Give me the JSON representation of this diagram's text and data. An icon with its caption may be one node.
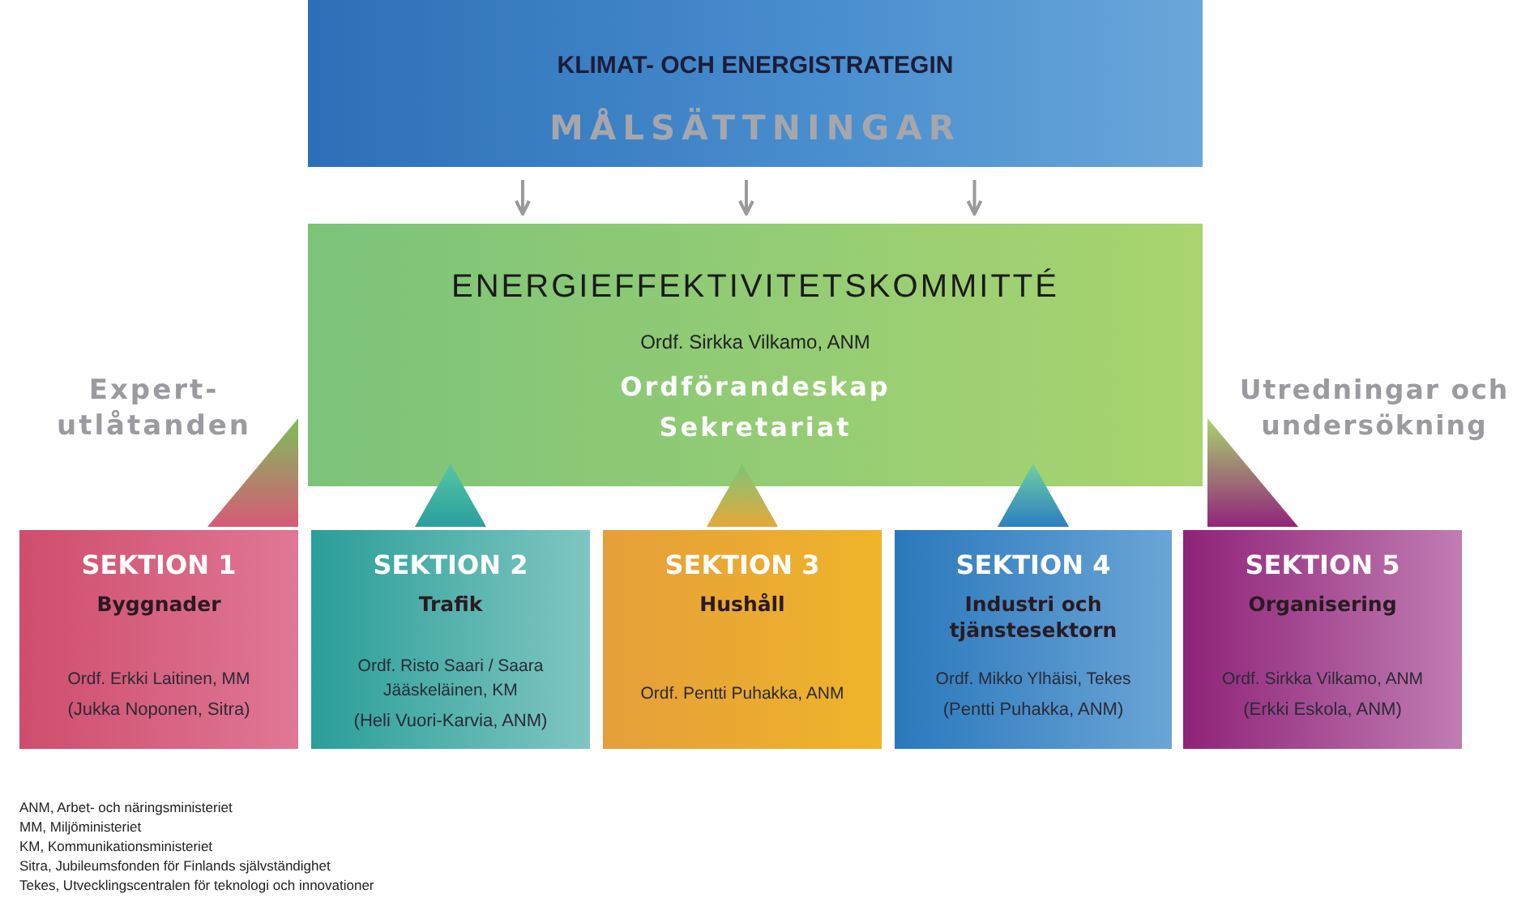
{
  "diagram": {
    "nodes": [
      {
        "text": [
          "KLIMAT- OCH ENERGISTRATEGIN",
          "MÅLSÄTTNINGAR"
        ]
      },
      {
        "text": [
          "ENERGIEFFEKTIVITETSKOMMITTÉ",
          "Ordf. Sirkka Vilkamo, ANM",
          "Ordförandeskap Sekretariat"
        ]
      },
      {
        "text": [
          "SEKTION 1",
          "Byggnader",
          "Ordf. Erkki Laitinen, MM",
          "(Jukka Noponen, Sitra)"
        ]
      },
      {
        "text": [
          "SEKTION 2",
          "Trafik",
          "Ordf. Risto Saari / Saara Jääskeläinen, KM",
          "(Heli Vuori-Karvia, ANM)"
        ]
      },
      {
        "text": [
          "SEKTION 3",
          "Hushåll",
          "Ordf. Pentti Puhakka, ANM"
        ]
      },
      {
        "text": [
          "SEKTION 4",
          "Industri och tjänstesektorn",
          "Ordf. Mikko Ylhäisi, Tekes",
          "(Pentti Puhakka, ANM)"
        ]
      },
      {
        "text": [
          "SEKTION 5",
          "Organisering",
          "Ordf. Sirkka Vilkamo, ANM",
          "(Erkki Eskola, ANM)"
        ]
      }
    ],
    "edges": [
      {
        "from": 0,
        "to": 1,
        "arrow": "to"
      },
      {
        "from": 0,
        "to": 1,
        "arrow": "to"
      },
      {
        "from": 0,
        "to": 1,
        "arrow": "to"
      }
    ],
    "labels": [
      "Expert- utlåtanden",
      "Utredningar och undersökning",
      "ANM, Arbet- och näringsministeriet",
      "MM, Miljöministeriet",
      "KM, Kommunikationsministeriet",
      "Sitra, Jubileumsfonden för Finlands självständighet",
      "Tekes, Utvecklingscentralen för teknologi och innovationer"
    ]
  }
}
